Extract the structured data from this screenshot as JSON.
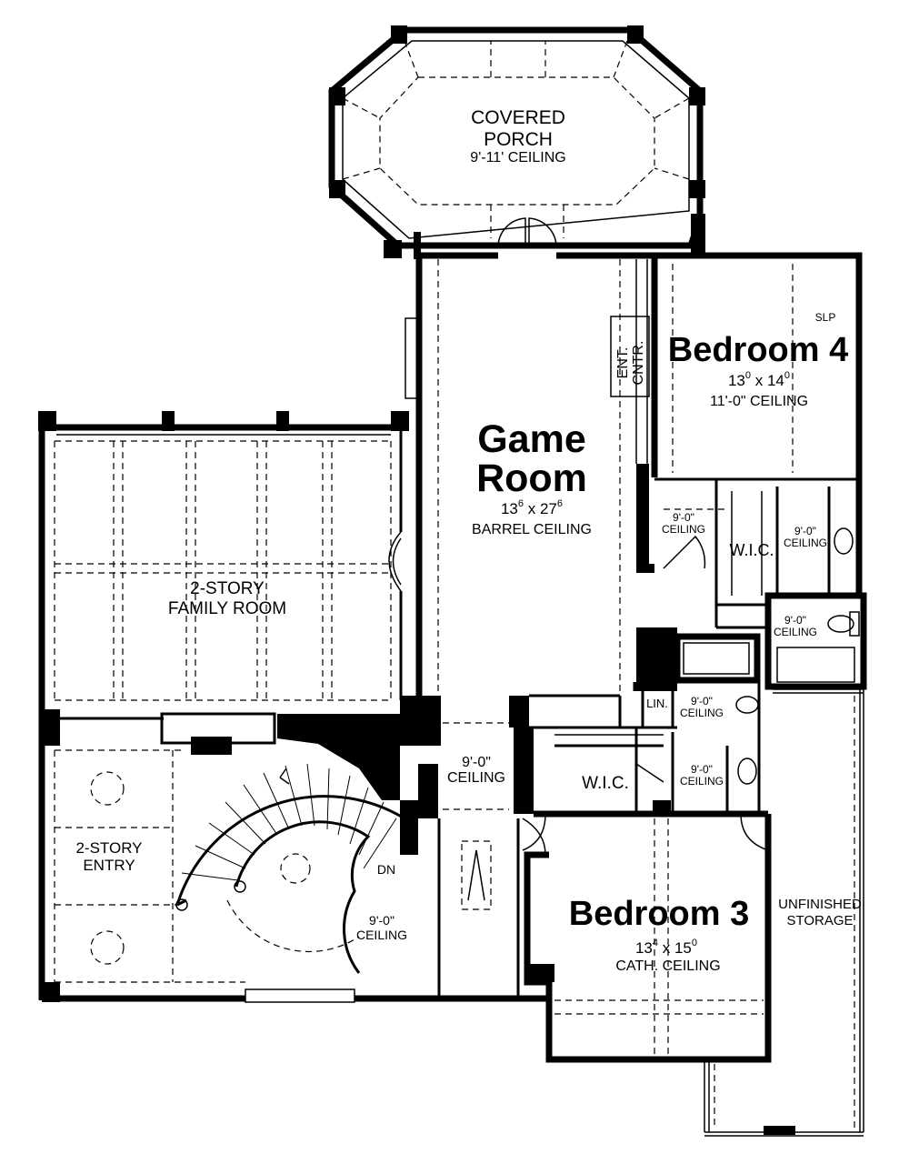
{
  "rooms": {
    "covered_porch": {
      "name_line1": "COVERED",
      "name_line2": "PORCH",
      "ceiling": "9'-11' CEILING"
    },
    "game_room": {
      "name_line1": "Game",
      "name_line2": "Room",
      "dim_w": "13",
      "dim_w_sup": "6",
      "dim_sep": "x 27",
      "dim_d_sup": "6",
      "ceiling": "BARREL CEILING"
    },
    "bedroom4": {
      "name": "Bedroom 4",
      "dim_w": "13",
      "dim_w_sup": "0",
      "dim_sep": "x 14",
      "dim_d_sup": "0",
      "ceiling": "11'-0\" CEILING",
      "slp": "SLP"
    },
    "family_room": {
      "name_line1": "2-STORY",
      "name_line2": "FAMILY ROOM"
    },
    "entry": {
      "name_line1": "2-STORY",
      "name_line2": "ENTRY"
    },
    "bedroom3": {
      "name": "Bedroom 3",
      "dim_w": "13",
      "dim_w_sup": "4",
      "dim_sep": "x 15",
      "dim_d_sup": "0",
      "ceiling": "CATH. CEILING"
    },
    "storage": {
      "name_line1": "UNFINISHED",
      "name_line2": "STORAGE"
    }
  },
  "labels": {
    "ent_cntr_1": "ENT.",
    "ent_cntr_2": "CNTR.",
    "wic_bed4": "W.I.C.",
    "wic_bed3": "W.I.C.",
    "lin": "LIN.",
    "stair_dn": "DN",
    "ceiling_word": "CEILING",
    "ceil_height": "9'-0\""
  }
}
